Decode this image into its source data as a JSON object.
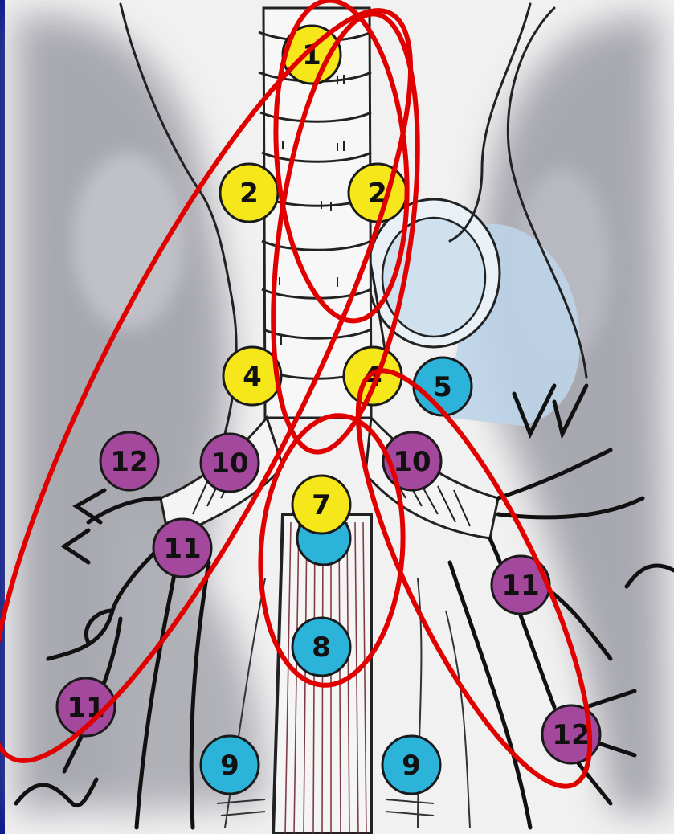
{
  "colors": {
    "frame": "#0a1a8c",
    "paper": "#f2f2f2",
    "lung_shade": "#9a9aa2",
    "aorta": "#b9d3e6",
    "outline": "#222222",
    "yellow": "#f6e71a",
    "cyan": "#2bb3d9",
    "purple": "#a4489e",
    "node_border": "#1a1a1a",
    "grouping": "#e00000"
  },
  "nodes": [
    {
      "id": "n1",
      "label": "1",
      "color": "yellow"
    },
    {
      "id": "n2-right",
      "label": "2",
      "color": "yellow"
    },
    {
      "id": "n2-left",
      "label": "2",
      "color": "yellow"
    },
    {
      "id": "n4-right",
      "label": "4",
      "color": "yellow"
    },
    {
      "id": "n4-left",
      "label": "4",
      "color": "yellow"
    },
    {
      "id": "n5",
      "label": "5",
      "color": "cyan"
    },
    {
      "id": "n12-right",
      "label": "12",
      "color": "purple"
    },
    {
      "id": "n10-right",
      "label": "10",
      "color": "purple"
    },
    {
      "id": "n10-left",
      "label": "10",
      "color": "purple"
    },
    {
      "id": "n7",
      "label": "7",
      "color": "yellow"
    },
    {
      "id": "n11-right-upper",
      "label": "11",
      "color": "purple"
    },
    {
      "id": "n11-left",
      "label": "11",
      "color": "purple"
    },
    {
      "id": "n8",
      "label": "8",
      "color": "cyan"
    },
    {
      "id": "n11-right-lower",
      "label": "11",
      "color": "purple"
    },
    {
      "id": "n12-left",
      "label": "12",
      "color": "purple"
    },
    {
      "id": "n9-right",
      "label": "9",
      "color": "cyan"
    },
    {
      "id": "n9-left",
      "label": "9",
      "color": "cyan"
    }
  ]
}
